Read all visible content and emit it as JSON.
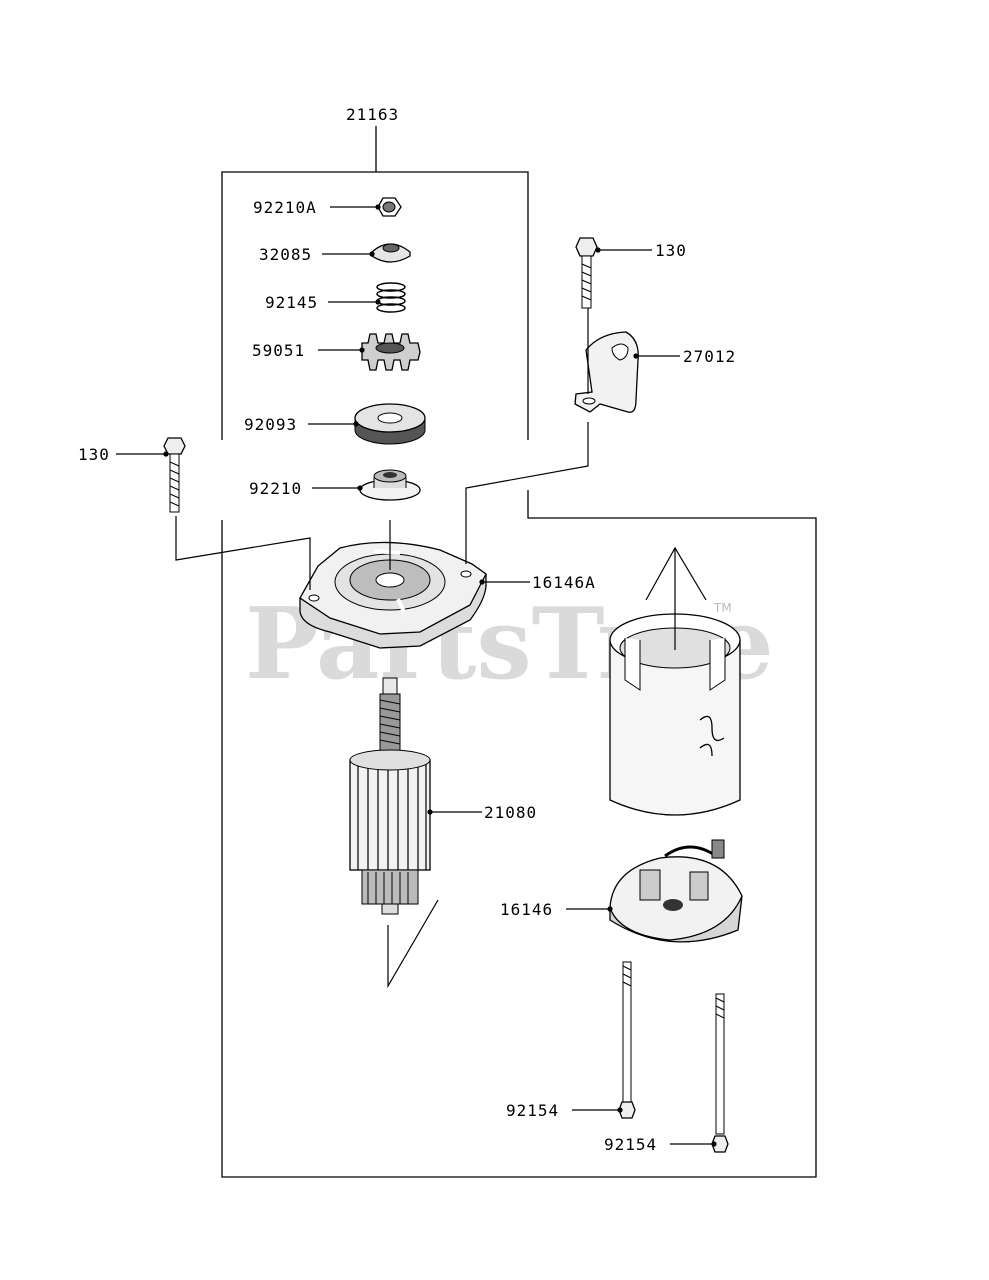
{
  "watermark": {
    "text": "PartsTree",
    "trademark": "TM"
  },
  "part_labels": {
    "p21163": "21163",
    "p92210A": "92210A",
    "p32085": "32085",
    "p92145": "92145",
    "p59051": "59051",
    "p92093": "92093",
    "p92210": "92210",
    "p130_left": "130",
    "p130_right": "130",
    "p27012": "27012",
    "p16146A": "16146A",
    "p21080": "21080",
    "p16146": "16146",
    "p92154_a": "92154",
    "p92154_b": "92154"
  }
}
